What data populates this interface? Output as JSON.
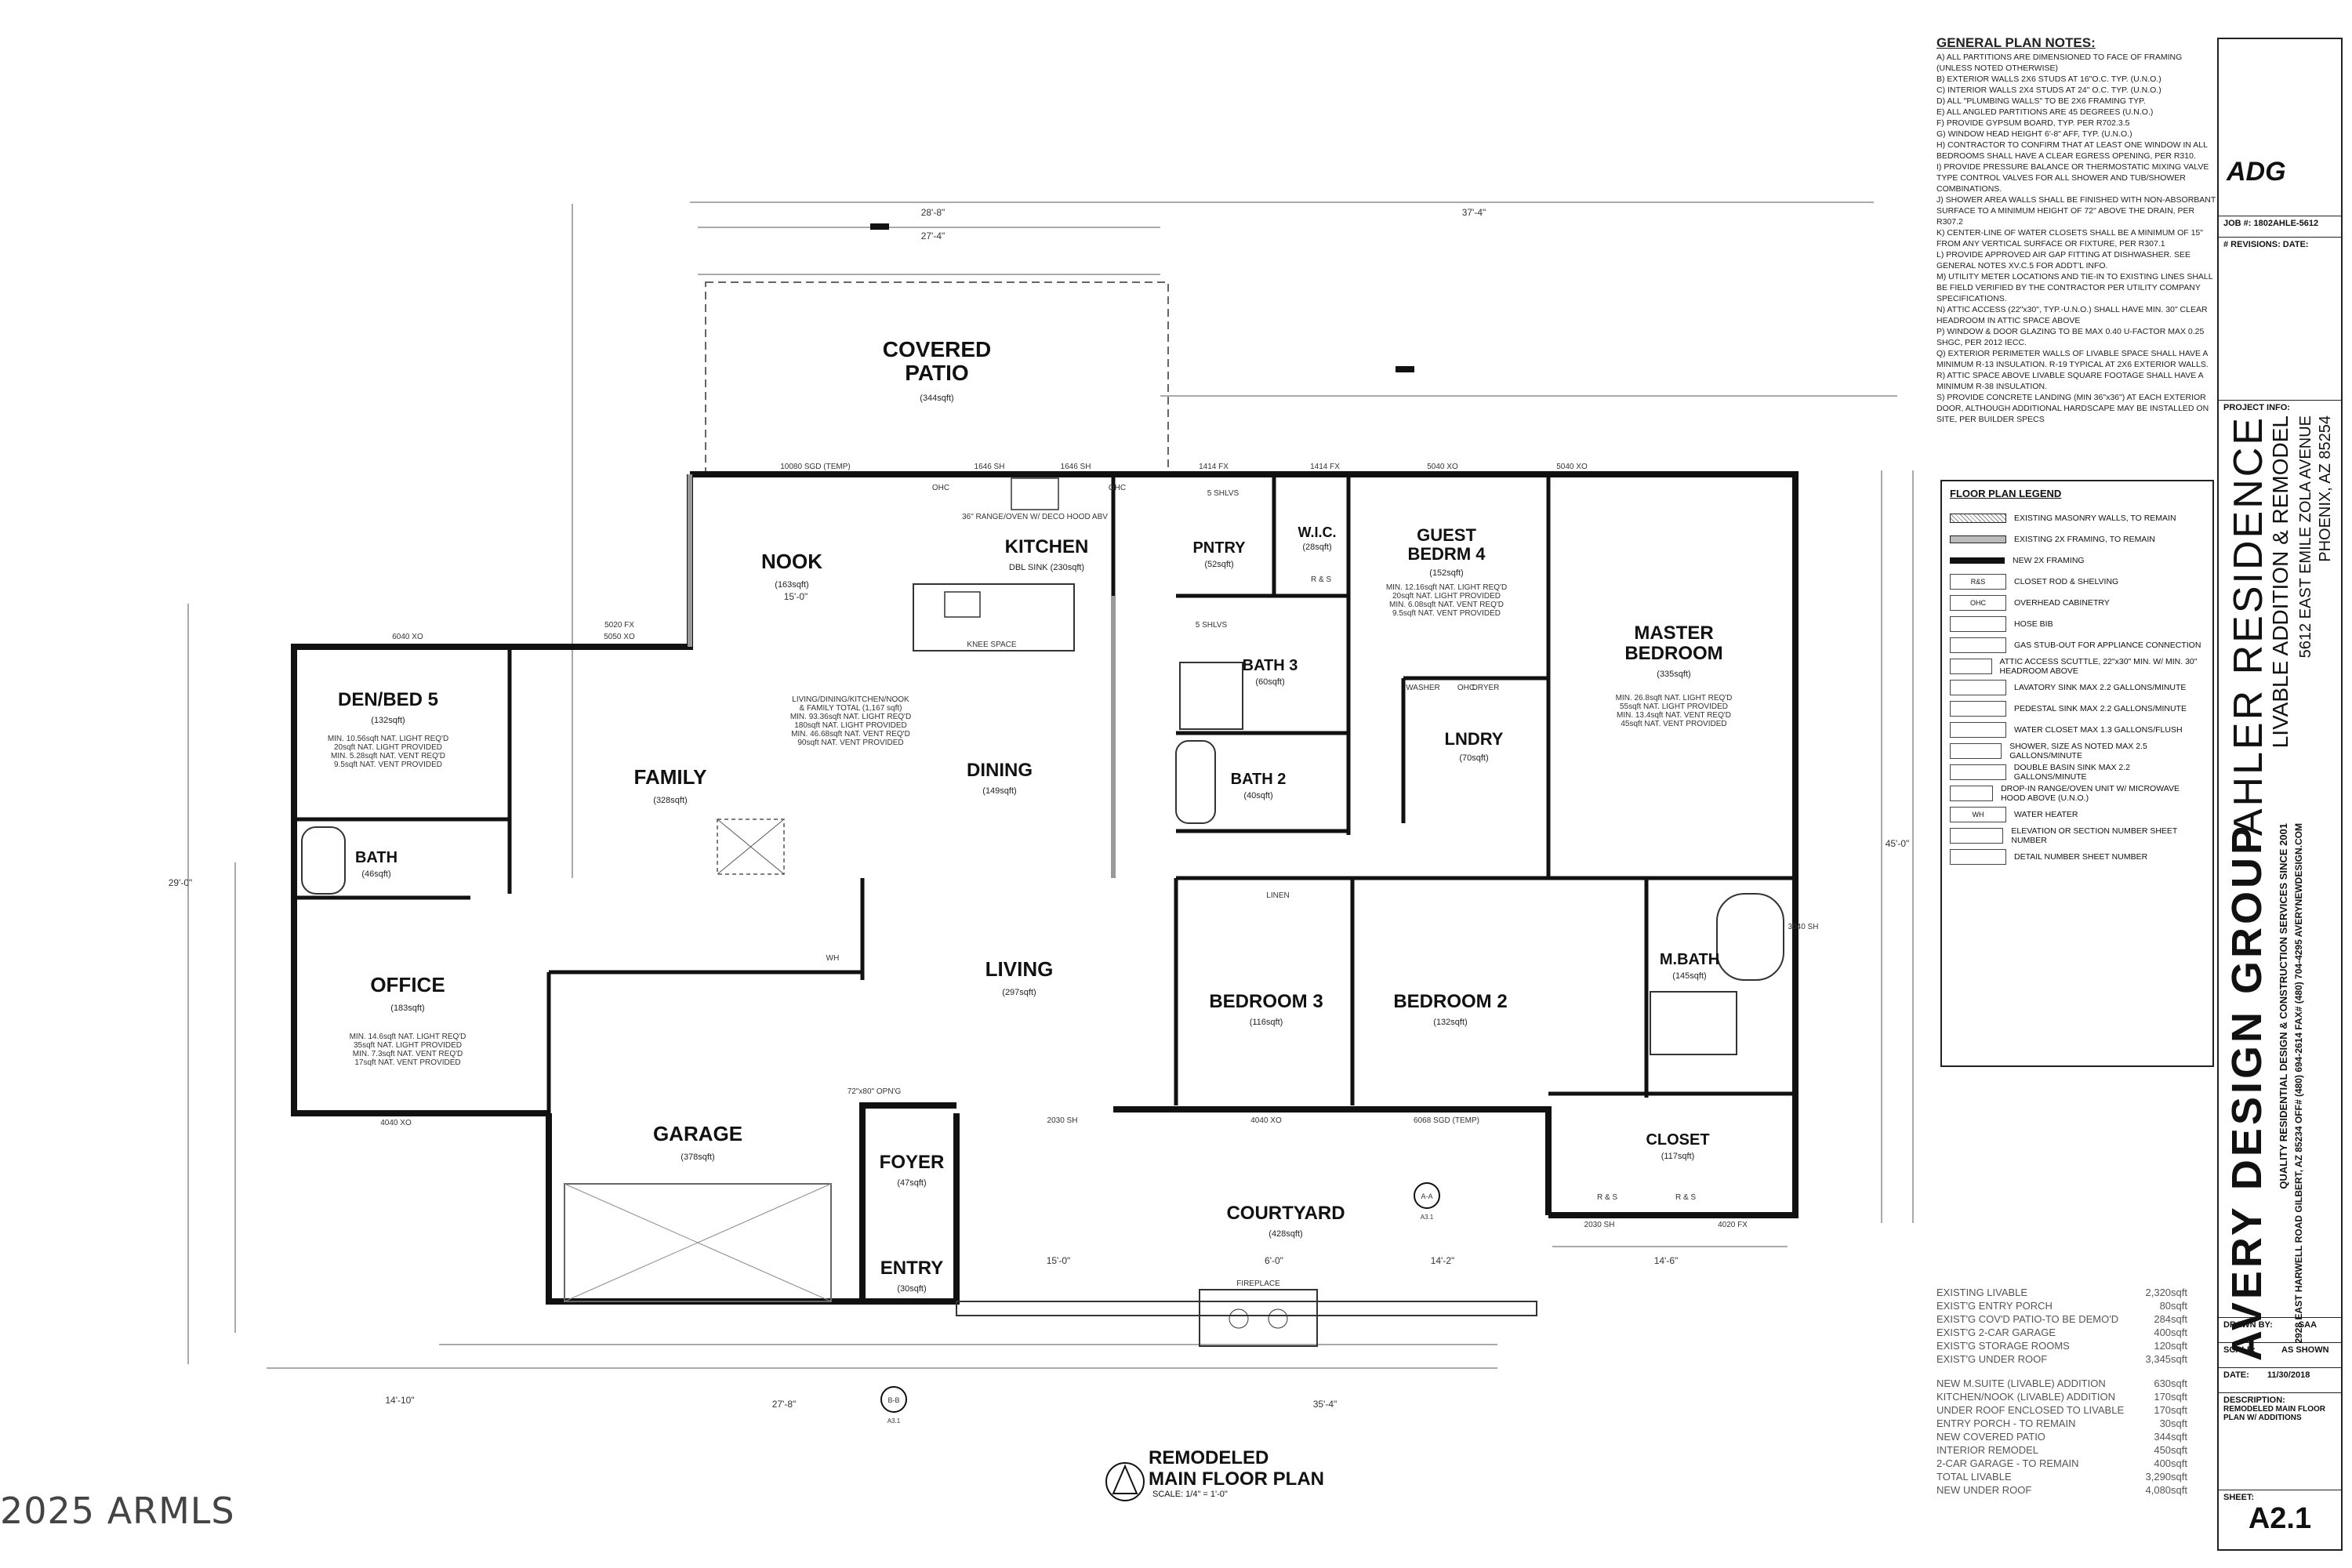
{
  "watermark": "2025 ARMLS",
  "plan_title": [
    "REMODELED",
    "MAIN FLOOR PLAN"
  ],
  "plan_scale": "SCALE: 1/4\" = 1'-0\"",
  "rooms": [
    {
      "id": "covered-patio",
      "name": [
        "COVERED",
        "PATIO"
      ],
      "area": "(344sqft)"
    },
    {
      "id": "nook",
      "name": [
        "NOOK"
      ],
      "area": "(163sqft)"
    },
    {
      "id": "kitchen",
      "name": [
        "KITCHEN"
      ],
      "area": "DBL SINK (230sqft)"
    },
    {
      "id": "pntry",
      "name": [
        "PNTRY"
      ],
      "area": "(52sqft)"
    },
    {
      "id": "wic",
      "name": [
        "W.I.C."
      ],
      "area": "(28sqft)"
    },
    {
      "id": "guest-bedrm-4",
      "name": [
        "GUEST",
        "BEDRM 4"
      ],
      "area": "(152sqft)"
    },
    {
      "id": "master-bedroom",
      "name": [
        "MASTER",
        "BEDROOM"
      ],
      "area": "(335sqft)"
    },
    {
      "id": "den-bed-5",
      "name": [
        "DEN/BED 5"
      ],
      "area": "(132sqft)"
    },
    {
      "id": "family",
      "name": [
        "FAMILY"
      ],
      "area": "(328sqft)"
    },
    {
      "id": "dining",
      "name": [
        "DINING"
      ],
      "area": "(149sqft)"
    },
    {
      "id": "bath-3",
      "name": [
        "BATH 3"
      ],
      "area": "(60sqft)"
    },
    {
      "id": "bath-2",
      "name": [
        "BATH 2"
      ],
      "area": "(40sqft)"
    },
    {
      "id": "lndry",
      "name": [
        "LNDRY"
      ],
      "area": "(70sqft)"
    },
    {
      "id": "bath",
      "name": [
        "BATH"
      ],
      "area": "(46sqft)"
    },
    {
      "id": "office",
      "name": [
        "OFFICE"
      ],
      "area": "(183sqft)"
    },
    {
      "id": "living",
      "name": [
        "LIVING"
      ],
      "area": "(297sqft)"
    },
    {
      "id": "bedroom-3",
      "name": [
        "BEDROOM 3"
      ],
      "area": "(116sqft)"
    },
    {
      "id": "bedroom-2",
      "name": [
        "BEDROOM 2"
      ],
      "area": "(132sqft)"
    },
    {
      "id": "m-bath",
      "name": [
        "M.BATH"
      ],
      "area": "(145sqft)"
    },
    {
      "id": "garage",
      "name": [
        "GARAGE"
      ],
      "area": "(378sqft)"
    },
    {
      "id": "foyer",
      "name": [
        "FOYER"
      ],
      "area": "(47sqft)"
    },
    {
      "id": "closet",
      "name": [
        "CLOSET"
      ],
      "area": "(117sqft)"
    },
    {
      "id": "courtyard",
      "name": [
        "COURTYARD"
      ],
      "area": "(428sqft)"
    },
    {
      "id": "entry",
      "name": [
        "ENTRY"
      ],
      "area": "(30sqft)"
    }
  ],
  "room_notes": {
    "living_total": [
      "LIVING/DINING/KITCHEN/NOOK",
      "& FAMILY TOTAL (1,167 sqft)",
      "MIN. 93.36sqft NAT. LIGHT REQ'D",
      "180sqft NAT. LIGHT PROVIDED",
      "MIN. 46.68sqft NAT. VENT REQ'D",
      "90sqft NAT. VENT PROVIDED"
    ],
    "guest": [
      "MIN. 12.16sqft NAT. LIGHT REQ'D",
      "20sqft NAT. LIGHT PROVIDED",
      "MIN. 6.08sqft NAT. VENT REQ'D",
      "9.5sqft NAT. VENT PROVIDED"
    ],
    "master": [
      "MIN. 26.8sqft NAT. LIGHT REQ'D",
      "55sqft NAT. LIGHT PROVIDED",
      "MIN. 13.4sqft NAT. VENT REQ'D",
      "45sqft NAT. VENT PROVIDED"
    ],
    "den": [
      "MIN. 10.56sqft NAT. LIGHT REQ'D",
      "20sqft NAT. LIGHT PROVIDED",
      "MIN. 5.28sqft NAT. VENT REQ'D",
      "9.5sqft NAT. VENT PROVIDED"
    ],
    "office": [
      "MIN. 14.6sqft NAT. LIGHT REQ'D",
      "35sqft NAT. LIGHT PROVIDED",
      "MIN. 7.3sqft NAT. VENT REQ'D",
      "17sqft NAT. VENT PROVIDED"
    ]
  },
  "dimensions": {
    "top_left": "28'-8\"",
    "top_right": "37'-4\"",
    "patio_inner": "27'-4\"",
    "bottom_left": "27'-8\"",
    "bottom_right": "35'-4\"",
    "far_left": "14'-10\"",
    "right_total": "45'-0\"",
    "left_total": "29'-0\"",
    "courtyard_a": "15'-0\"",
    "courtyard_b": "6'-0\"",
    "courtyard_c": "14'-2\"",
    "closet_w": "14'-6\"",
    "nook_w": "15'-0\""
  },
  "windows": [
    "10080 SGD (TEMP)",
    "1646 SH",
    "1646 SH",
    "1414 FX",
    "1414 FX",
    "5040 XO",
    "5040 XO",
    "5020 FX",
    "5050 XO",
    "6040 XO",
    "4040 XO",
    "4040 XO",
    "6068 SGD (TEMP)",
    "2030 SH",
    "2030 SH",
    "4020 FX",
    "3040 SH"
  ],
  "fixtures": [
    "OHC",
    "OHC",
    "OHC",
    "5 SHLVS",
    "5 SHLVS",
    "R & S",
    "R & S",
    "R & S",
    "72\"x80\" OPN'G",
    "FIREPLACE",
    "KNEE SPACE",
    "36\" RANGE/OVEN W/ DECO HOOD ABV",
    "LINEN",
    "WASHER",
    "DRYER",
    "WH"
  ],
  "sections": [
    {
      "label": "A-A",
      "sheet": "A3.1"
    },
    {
      "label": "B-B",
      "sheet": "A3.1"
    }
  ],
  "general_notes": {
    "heading": "GENERAL PLAN NOTES:",
    "items": [
      "A) ALL PARTITIONS ARE DIMENSIONED TO FACE OF FRAMING (UNLESS NOTED OTHERWISE)",
      "B) EXTERIOR WALLS 2X6 STUDS AT 16\"O.C. TYP. (U.N.O.)",
      "C) INTERIOR WALLS 2X4 STUDS AT 24\" O.C. TYP. (U.N.O.)",
      "D) ALL \"PLUMBING WALLS\" TO BE 2X6 FRAMING TYP.",
      "E) ALL ANGLED PARTITIONS ARE 45 DEGREES (U.N.O.)",
      "F) PROVIDE GYPSUM BOARD, TYP. PER R702.3.5",
      "G) WINDOW HEAD HEIGHT 6'-8\" AFF, TYP. (U.N.O.)",
      "H) CONTRACTOR TO CONFIRM THAT AT LEAST ONE WINDOW IN ALL BEDROOMS SHALL HAVE A CLEAR EGRESS OPENING, PER R310.",
      "I) PROVIDE PRESSURE BALANCE OR THERMOSTATIC MIXING VALVE TYPE CONTROL VALVES FOR ALL SHOWER AND TUB/SHOWER COMBINATIONS.",
      "J) SHOWER AREA WALLS SHALL BE FINISHED WITH NON-ABSORBANT SURFACE TO A MINIMUM HEIGHT OF 72\" ABOVE THE DRAIN, PER R307.2",
      "K) CENTER-LINE OF WATER CLOSETS SHALL BE A MINIMUM OF 15\" FROM ANY VERTICAL SURFACE OR FIXTURE, PER R307.1",
      "L) PROVIDE APPROVED AIR GAP FITTING AT DISHWASHER. SEE GENERAL NOTES XV.C.5 FOR ADDT'L INFO.",
      "M) UTILITY METER LOCATIONS AND TIE-IN TO EXISTING LINES SHALL BE FIELD VERIFIED BY THE CONTRACTOR PER UTILITY COMPANY SPECIFICATIONS.",
      "N) ATTIC ACCESS (22\"x30\", TYP.-U.N.O.) SHALL HAVE MIN. 30\" CLEAR HEADROOM IN ATTIC SPACE ABOVE",
      "P) WINDOW & DOOR GLAZING TO BE MAX 0.40 U-FACTOR MAX 0.25 SHGC, PER 2012 IECC.",
      "Q) EXTERIOR PERIMETER WALLS OF LIVABLE SPACE SHALL HAVE A MINIMUM R-13 INSULATION. R-19 TYPICAL AT 2X6 EXTERIOR WALLS.",
      "R) ATTIC SPACE ABOVE LIVABLE SQUARE FOOTAGE SHALL HAVE A MINIMUM R-38 INSULATION.",
      "S) PROVIDE CONCRETE LANDING (MIN 36\"x36\") AT EACH EXTERIOR DOOR, ALTHOUGH ADDITIONAL HARDSCAPE MAY BE INSTALLED ON SITE, PER BUILDER SPECS"
    ]
  },
  "legend": {
    "heading": "FLOOR PLAN LEGEND",
    "items": [
      {
        "sym": "hatch",
        "text": "EXISTING MASONRY WALLS, TO REMAIN"
      },
      {
        "sym": "grey",
        "text": "EXISTING 2X FRAMING, TO REMAIN"
      },
      {
        "sym": "black",
        "text": "NEW 2X FRAMING"
      },
      {
        "sym": "R&S",
        "text": "CLOSET ROD & SHELVING"
      },
      {
        "sym": "OHC",
        "text": "OVERHEAD CABINETRY"
      },
      {
        "sym": "hose",
        "text": "HOSE BIB"
      },
      {
        "sym": "gas",
        "text": "GAS STUB-OUT FOR APPLIANCE CONNECTION"
      },
      {
        "sym": "attic",
        "text": "ATTIC ACCESS SCUTTLE, 22\"x30\" MIN. W/ MIN. 30\" HEADROOM ABOVE"
      },
      {
        "sym": "sink",
        "text": "LAVATORY SINK MAX 2.2 GALLONS/MINUTE"
      },
      {
        "sym": "ped",
        "text": "PEDESTAL SINK MAX 2.2 GALLONS/MINUTE"
      },
      {
        "sym": "wc",
        "text": "WATER CLOSET MAX 1.3 GALLONS/FLUSH"
      },
      {
        "sym": "shower",
        "text": "SHOWER, SIZE AS NOTED MAX 2.5 GALLONS/MINUTE"
      },
      {
        "sym": "dbl",
        "text": "DOUBLE BASIN SINK MAX 2.2 GALLONS/MINUTE"
      },
      {
        "sym": "range",
        "text": "DROP-IN RANGE/OVEN UNIT W/ MICROWAVE HOOD ABOVE (U.N.O.)"
      },
      {
        "sym": "WH",
        "text": "WATER HEATER"
      },
      {
        "sym": "elev",
        "text": "ELEVATION OR SECTION NUMBER SHEET NUMBER"
      },
      {
        "sym": "detail",
        "text": "DETAIL NUMBER SHEET NUMBER"
      }
    ]
  },
  "areas": [
    [
      "EXISTING LIVABLE",
      "2,320sqft"
    ],
    [
      "EXIST'G ENTRY PORCH",
      "80sqft"
    ],
    [
      "EXIST'G COV'D PATIO-TO BE DEMO'D",
      "284sqft"
    ],
    [
      "EXIST'G 2-CAR GARAGE",
      "400sqft"
    ],
    [
      "EXIST'G STORAGE ROOMS",
      "120sqft"
    ],
    [
      "EXIST'G UNDER ROOF",
      "3,345sqft"
    ],
    [
      "",
      ""
    ],
    [
      "NEW M.SUITE (LIVABLE) ADDITION",
      "630sqft"
    ],
    [
      "KITCHEN/NOOK (LIVABLE) ADDITION",
      "170sqft"
    ],
    [
      "UNDER ROOF ENCLOSED TO LIVABLE",
      "170sqft"
    ],
    [
      "ENTRY PORCH - TO REMAIN",
      "30sqft"
    ],
    [
      "NEW COVERED PATIO",
      "344sqft"
    ],
    [
      "INTERIOR REMODEL",
      "450sqft"
    ],
    [
      "2-CAR GARAGE - TO REMAIN",
      "400sqft"
    ],
    [
      "TOTAL LIVABLE",
      "3,290sqft"
    ],
    [
      "NEW UNDER ROOF",
      "4,080sqft"
    ]
  ],
  "title_block": {
    "logo": "ADG",
    "job": "JOB #: 1802AHLE-5612",
    "revisions": "# REVISIONS: DATE:",
    "project_info": "PROJECT INFO:",
    "project_name": "AHLER RESIDENCE",
    "project_sub": "LIVABLE ADDITION & REMODEL",
    "address1": "5612 EAST EMILE ZOLA AVENUE",
    "address2": "PHOENIX, AZ 85254",
    "firm": "AVERY DESIGN GROUP",
    "firm_sub": "QUALITY RESIDENTIAL DESIGN & CONSTRUCTION SERVICES SINCE 2001",
    "firm_addr": "2928 EAST HARWELL ROAD GILBERT, AZ 85234 OFF# (480) 694-2614 FAX# (480) 704-4295 AVERYNEWDESIGN.COM",
    "drawn_by_label": "DRAWN BY:",
    "drawn_by": "SAA",
    "scale_label": "SCALE:",
    "scale": "AS SHOWN",
    "date_label": "DATE:",
    "date": "11/30/2018",
    "description_label": "DESCRIPTION:",
    "description": "REMODELED MAIN FLOOR PLAN W/ ADDITIONS",
    "sheet_label": "SHEET:",
    "sheet": "A2.1"
  }
}
